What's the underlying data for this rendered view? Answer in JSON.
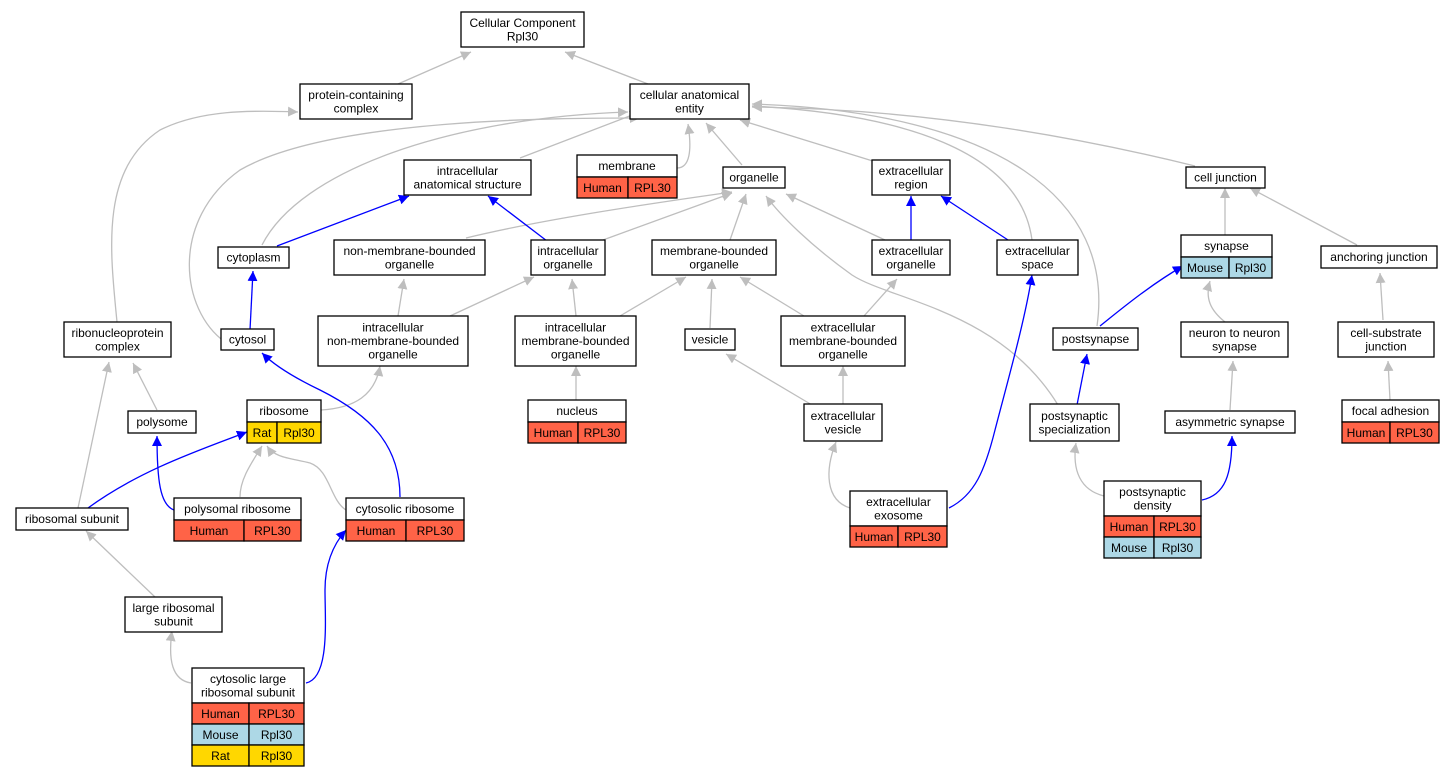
{
  "colors": {
    "human": "#ff6347",
    "mouse": "#add8e6",
    "rat": "#ffd700",
    "edge_is_a": "#bebebe",
    "edge_part_of": "#0000ff"
  },
  "nodes": {
    "cc": {
      "lines": [
        "Cellular Component",
        "Rpl30"
      ]
    },
    "pcc": {
      "lines": [
        "protein-containing",
        "complex"
      ]
    },
    "cae": {
      "lines": [
        "cellular anatomical",
        "entity"
      ]
    },
    "ias": {
      "lines": [
        "intracellular",
        "anatomical structure"
      ]
    },
    "membrane": {
      "lines": [
        "membrane"
      ],
      "rows": [
        [
          "Human",
          "RPL30"
        ]
      ]
    },
    "organelle": {
      "lines": [
        "organelle"
      ]
    },
    "ecr": {
      "lines": [
        "extracellular",
        "region"
      ]
    },
    "cj": {
      "lines": [
        "cell junction"
      ]
    },
    "cytoplasm": {
      "lines": [
        "cytoplasm"
      ]
    },
    "nmbo": {
      "lines": [
        "non-membrane-bounded",
        "organelle"
      ]
    },
    "io": {
      "lines": [
        "intracellular",
        "organelle"
      ]
    },
    "mbo": {
      "lines": [
        "membrane-bounded",
        "organelle"
      ]
    },
    "eco": {
      "lines": [
        "extracellular",
        "organelle"
      ]
    },
    "ecs": {
      "lines": [
        "extracellular",
        "space"
      ]
    },
    "synapse": {
      "lines": [
        "synapse"
      ],
      "rows": [
        [
          "Mouse",
          "Rpl30"
        ]
      ]
    },
    "aj": {
      "lines": [
        "anchoring junction"
      ]
    },
    "rnp": {
      "lines": [
        "ribonucleoprotein",
        "complex"
      ]
    },
    "cytosol": {
      "lines": [
        "cytosol"
      ]
    },
    "inmbo": {
      "lines": [
        "intracellular",
        "non-membrane-bounded",
        "organelle"
      ]
    },
    "imbo": {
      "lines": [
        "intracellular",
        "membrane-bounded",
        "organelle"
      ]
    },
    "vesicle": {
      "lines": [
        "vesicle"
      ]
    },
    "ecmbo": {
      "lines": [
        "extracellular",
        "membrane-bounded",
        "organelle"
      ]
    },
    "postsynapse": {
      "lines": [
        "postsynapse"
      ]
    },
    "nns": {
      "lines": [
        "neuron to neuron",
        "synapse"
      ]
    },
    "csj": {
      "lines": [
        "cell-substrate",
        "junction"
      ]
    },
    "polysome": {
      "lines": [
        "polysome"
      ]
    },
    "ribosome": {
      "lines": [
        "ribosome"
      ],
      "rows": [
        [
          "Rat",
          "Rpl30"
        ]
      ]
    },
    "nucleus": {
      "lines": [
        "nucleus"
      ],
      "rows": [
        [
          "Human",
          "RPL30"
        ]
      ]
    },
    "ecv": {
      "lines": [
        "extracellular",
        "vesicle"
      ]
    },
    "pss": {
      "lines": [
        "postsynaptic",
        "specialization"
      ]
    },
    "as": {
      "lines": [
        "asymmetric synapse"
      ]
    },
    "fa": {
      "lines": [
        "focal adhesion"
      ],
      "rows": [
        [
          "Human",
          "RPL30"
        ]
      ]
    },
    "rsu": {
      "lines": [
        "ribosomal subunit"
      ]
    },
    "polyrib": {
      "lines": [
        "polysomal ribosome"
      ],
      "rows": [
        [
          "Human",
          "RPL30"
        ]
      ]
    },
    "cytorib": {
      "lines": [
        "cytosolic ribosome"
      ],
      "rows": [
        [
          "Human",
          "RPL30"
        ]
      ]
    },
    "exo": {
      "lines": [
        "extracellular",
        "exosome"
      ],
      "rows": [
        [
          "Human",
          "RPL30"
        ]
      ]
    },
    "psd": {
      "lines": [
        "postsynaptic",
        "density"
      ],
      "rows": [
        [
          "Human",
          "RPL30"
        ],
        [
          "Mouse",
          "Rpl30"
        ]
      ]
    },
    "lrsu": {
      "lines": [
        "large ribosomal",
        "subunit"
      ]
    },
    "clrsu": {
      "lines": [
        "cytosolic large",
        "ribosomal subunit"
      ],
      "rows": [
        [
          "Human",
          "RPL30"
        ],
        [
          "Mouse",
          "Rpl30"
        ],
        [
          "Rat",
          "Rpl30"
        ]
      ]
    }
  }
}
